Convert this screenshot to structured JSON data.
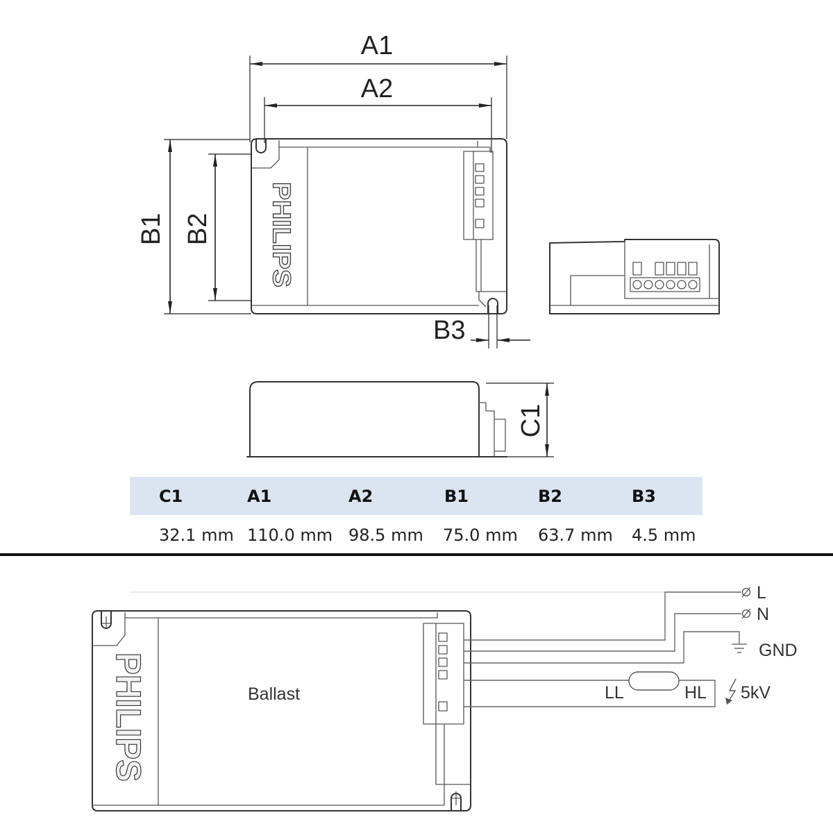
{
  "drawing": {
    "top_view": {
      "brand": "PHILIPS"
    },
    "dimensions": {
      "A1": "A1",
      "A2": "A2",
      "B1": "B1",
      "B2": "B2",
      "B3": "B3",
      "C1": "C1"
    }
  },
  "dimensions_table": {
    "columns": [
      "C1",
      "A1",
      "A2",
      "B1",
      "B2",
      "B3"
    ],
    "values": [
      "32.1 mm",
      "110.0 mm",
      "98.5 mm",
      "75.0 mm",
      "63.7 mm",
      "4.5 mm"
    ]
  },
  "wiring_diagram": {
    "brand": "PHILIPS",
    "ballast_label": "Ballast",
    "mains": {
      "line": "L",
      "neutral": "N",
      "ground": "GND"
    },
    "lamp": {
      "low_side": "LL",
      "high_side": "HL"
    },
    "ignition_voltage": "5kV",
    "icons": [
      "terminal-connector-icon",
      "ground-icon",
      "lamp-icon",
      "lightning-icon"
    ]
  },
  "colors": {
    "table_header_bg": "#dbe5f1"
  }
}
